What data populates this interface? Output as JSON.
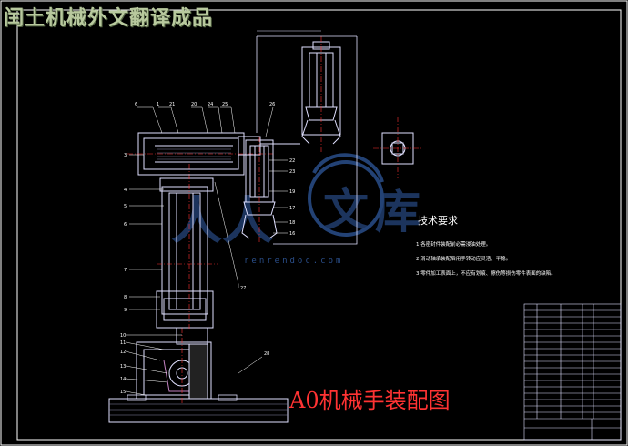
{
  "header": {
    "banner": "闰土机械外文翻译成品"
  },
  "technical_requirements": {
    "title": "技术要求",
    "items": [
      "1  各密封件装配前必需浸油处理。",
      "2  滑动轴承装配后用手转动应灵活、平稳。",
      "3  零件加工表面上，不应有划痕、擦伤等损伤零件表面的缺陷。"
    ]
  },
  "drawing_title": "A0机械手装配图",
  "watermark": {
    "logo_text": "人人文库",
    "url_text": "renrendoc.com"
  },
  "colors": {
    "background": "#000000",
    "frame": "#ffffff",
    "part_lines": "#e0e0ff",
    "center_lines": "#ff3333",
    "leader_lines": "#ffffff",
    "title_red": "#ff3333",
    "watermark": "#2a4e8a"
  }
}
